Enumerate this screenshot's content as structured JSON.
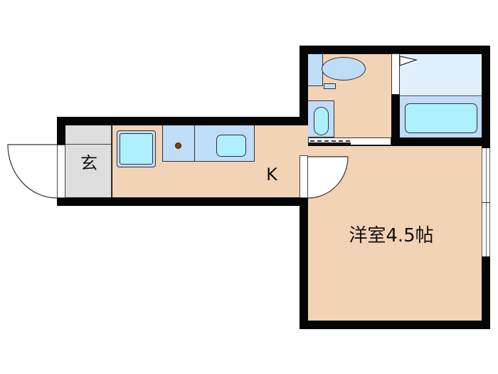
{
  "floorplan": {
    "rooms": {
      "genkan": {
        "label": "玄"
      },
      "kitchen": {
        "label": "K"
      },
      "western_room": {
        "label": "洋室4.5帖"
      }
    },
    "fixtures": [
      "refrigerator-space",
      "stove",
      "sink",
      "toilet",
      "washbasin",
      "bathtub",
      "washing-machine-space"
    ],
    "colors": {
      "wall": "#050505",
      "floor": "#f2d3b6",
      "genkan_floor": "#dedede",
      "fixture_blue": "#bfdcf8",
      "fixture_cyan": "#aef0fd",
      "bath_floor": "#dff0fc"
    }
  }
}
